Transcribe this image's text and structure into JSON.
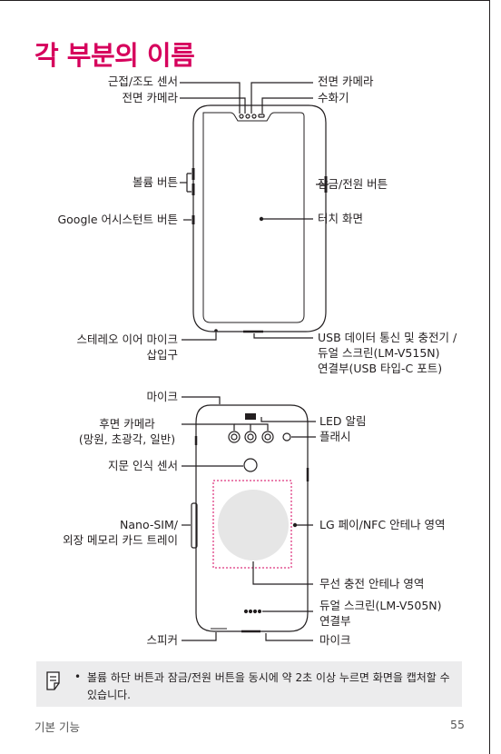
{
  "title": "각 부분의 이름",
  "front_labels": {
    "proximity_sensor": "근접/조도 센서",
    "front_camera_left": "전면 카메라",
    "front_camera_right": "전면 카메라",
    "earpiece": "수화기",
    "volume_buttons": "볼륨 버튼",
    "power_lock_button": "잠금/전원 버튼",
    "google_assistant_button": "Google 어시스턴트 버튼",
    "touch_screen": "터치 화면",
    "stereo_mic_line1": "스테레오 이어 마이크",
    "stereo_mic_line2": "삽입구",
    "usb_line1": "USB 데이터 통신 및 충전기 /",
    "usb_line2": "듀얼 스크린(LM-V515N)",
    "usb_line3": "연결부(USB 타입-C 포트)"
  },
  "back_labels": {
    "mic_top": "마이크",
    "rear_camera_line1": "후면 카메라",
    "rear_camera_line2": "(망원, 초광각, 일반)",
    "led_notification": "LED 알림",
    "flash": "플래시",
    "fingerprint_sensor": "지문 인식 센서",
    "sim_tray_line1": "Nano-SIM/",
    "sim_tray_line2": "외장 메모리 카드 트레이",
    "nfc_antenna": "LG 페이/NFC 안테나 영역",
    "wireless_charging": "무선 충전 안테나 영역",
    "dual_screen_line1": "듀얼 스크린(LM-V505N)",
    "dual_screen_line2": "연결부",
    "speaker": "스피커",
    "mic_bottom": "마이크"
  },
  "note": {
    "bullet": "•",
    "text": "볼륨 하단 버튼과 잠금/전원 버튼을 동시에 약 2초 이상 누르면 화면을 캡처할 수 있습니다."
  },
  "footer": {
    "section": "기본 기능",
    "page_number": "55"
  },
  "colors": {
    "title": "#d6005c",
    "text": "#231f20",
    "note_bg": "#ececed",
    "antenna_fill": "#e6e6e6",
    "antenna_border": "#d6005c"
  },
  "icons": {
    "note": "note-pencil-icon"
  }
}
